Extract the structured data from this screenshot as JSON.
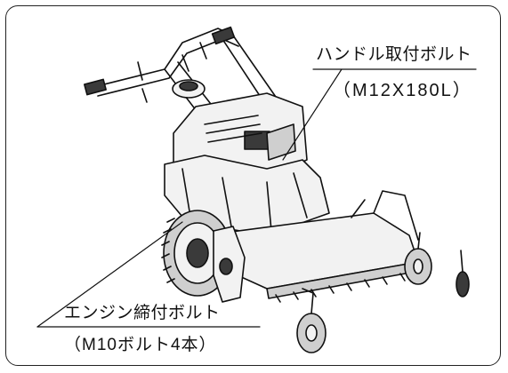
{
  "callouts": {
    "handle_bolt": {
      "name": "ハンドル取付ボルト",
      "spec": "（M12X180L）"
    },
    "engine_bolt": {
      "name": "エンジン締付ボルト",
      "spec": "（M10ボルト4本）"
    }
  },
  "colors": {
    "line": "#111111",
    "fill_light": "#f2f2f2",
    "fill_mid": "#cfcfcf",
    "fill_dark": "#3a3a3a"
  }
}
